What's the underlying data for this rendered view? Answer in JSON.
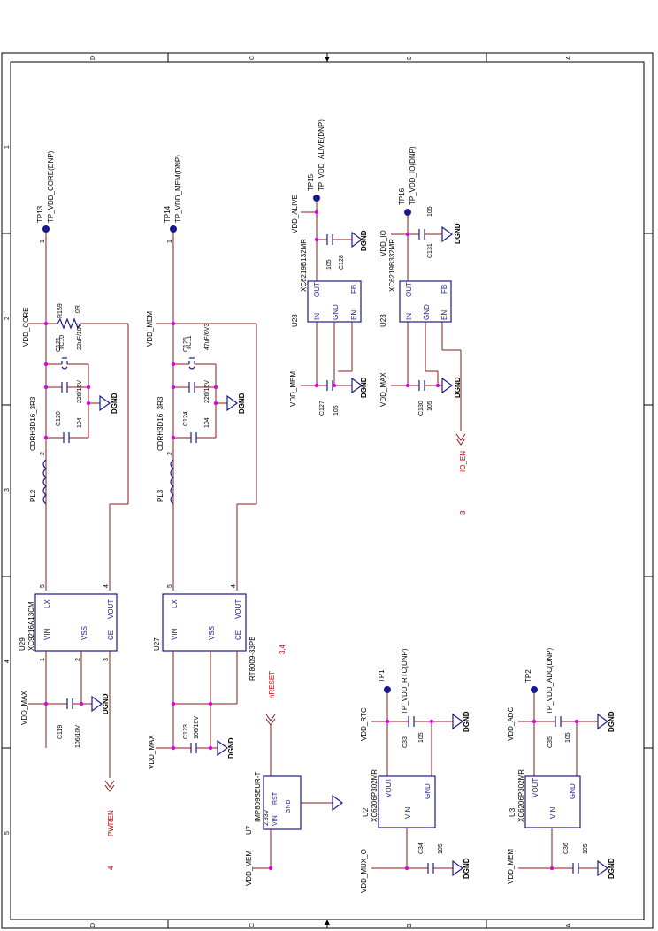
{
  "frame": {
    "top_zones": [
      "D",
      "C",
      "B",
      "A"
    ],
    "bottom_zones": [
      "D",
      "C",
      "B",
      "A"
    ],
    "left_zones": [
      "1",
      "2",
      "3",
      "4",
      "5"
    ]
  },
  "nets": {
    "vdd_core": "VDD_CORE",
    "vdd_mem": "VDD_MEM",
    "vdd_max": "VDD_MAX",
    "vdd_alive": "VDD_ALIVE",
    "vdd_io": "VDD_IO",
    "vdd_rtc": "VDD_RTC",
    "vdd_adc": "VDD_ADC",
    "vdd_mux_o": "VDD_MUX_O",
    "dgnd": "DGND",
    "pwren": "PWREN",
    "io_en": "IO_EN",
    "nreset": "nRESET"
  },
  "sheet_refs": {
    "pwren": "4",
    "io_en": "3",
    "nreset": "3,4"
  },
  "testpoints": [
    {
      "ref": "TP13",
      "net": "TP_VDD_CORE(DNP)"
    },
    {
      "ref": "TP14",
      "net": "TP_VDD_MEM(DNP)"
    },
    {
      "ref": "TP15",
      "net": "TP_VDD_ALIVE(DNP)"
    },
    {
      "ref": "TP16",
      "net": "TP_VDD_IO(DNP)"
    },
    {
      "ref": "TP1",
      "net": "TP_VDD_RTC(DNP)"
    },
    {
      "ref": "TP2",
      "net": "TP_VDD_ADC(DNP)"
    }
  ],
  "ics": {
    "u29": {
      "ref": "U29",
      "part": "XC9216A13CM",
      "pins": [
        "LX",
        "VIN",
        "VSS",
        "VOUT",
        "CE"
      ]
    },
    "u27": {
      "ref": "U27",
      "part": "RT8009-33PB",
      "pins": [
        "LX",
        "VIN",
        "VSS",
        "VOUT",
        "CE"
      ]
    },
    "u28": {
      "ref": "U28",
      "part": "XC6219B132MR",
      "pins": [
        "IN",
        "OUT",
        "GND",
        "EN",
        "FB"
      ]
    },
    "u23": {
      "ref": "U23",
      "part": "XC6219B332MR",
      "pins": [
        "IN",
        "OUT",
        "GND",
        "EN",
        "FB"
      ]
    },
    "u7": {
      "ref": "U7",
      "part": "IMP809SEUR-T",
      "extra": "2.93V",
      "pins": [
        "RST",
        "VIN",
        "GND"
      ]
    },
    "u2": {
      "ref": "U2",
      "part": "XC6206P302MR",
      "pins": [
        "VOUT",
        "VIN",
        "GND"
      ]
    },
    "u3": {
      "ref": "U3",
      "part": "XC6206P302MR",
      "pins": [
        "VOUT",
        "VIN",
        "GND"
      ]
    }
  },
  "passives": {
    "r159": {
      "ref": "R159",
      "value": "0R"
    },
    "tc10": {
      "ref": "TC10",
      "value": "22uF/10V"
    },
    "c121": {
      "ref": "C121",
      "value": "226/16V"
    },
    "c120": {
      "ref": "C120",
      "value": "104"
    },
    "pl2": {
      "ref": "PL2",
      "value": "CDRH3D16_3R3"
    },
    "c119": {
      "ref": "C119",
      "value": "106/10V"
    },
    "tc11": {
      "ref": "TC11",
      "value": "47uF/6V3"
    },
    "c125": {
      "ref": "C125",
      "value": "226/16V"
    },
    "c124": {
      "ref": "C124",
      "value": "104"
    },
    "pl3": {
      "ref": "PL3",
      "value": "CDRH3D16_3R3"
    },
    "c123": {
      "ref": "C123",
      "value": "106/10V"
    },
    "c128": {
      "ref": "C128",
      "value": "105"
    },
    "c127": {
      "ref": "C127",
      "value": "105"
    },
    "c131": {
      "ref": "C131",
      "value": "105"
    },
    "c130": {
      "ref": "C130",
      "value": "105"
    },
    "c33": {
      "ref": "C33",
      "value": "105"
    },
    "c34": {
      "ref": "C34",
      "value": "105"
    },
    "c35": {
      "ref": "C35",
      "value": "105"
    },
    "c36": {
      "ref": "C36",
      "value": "105"
    }
  },
  "pin_numbers": [
    "1",
    "2",
    "3",
    "4",
    "5"
  ],
  "colors": {
    "wire": "#8b1a1a",
    "component": "#1a1a8c",
    "junction": "#e000e0",
    "net_port": "#c00000"
  }
}
